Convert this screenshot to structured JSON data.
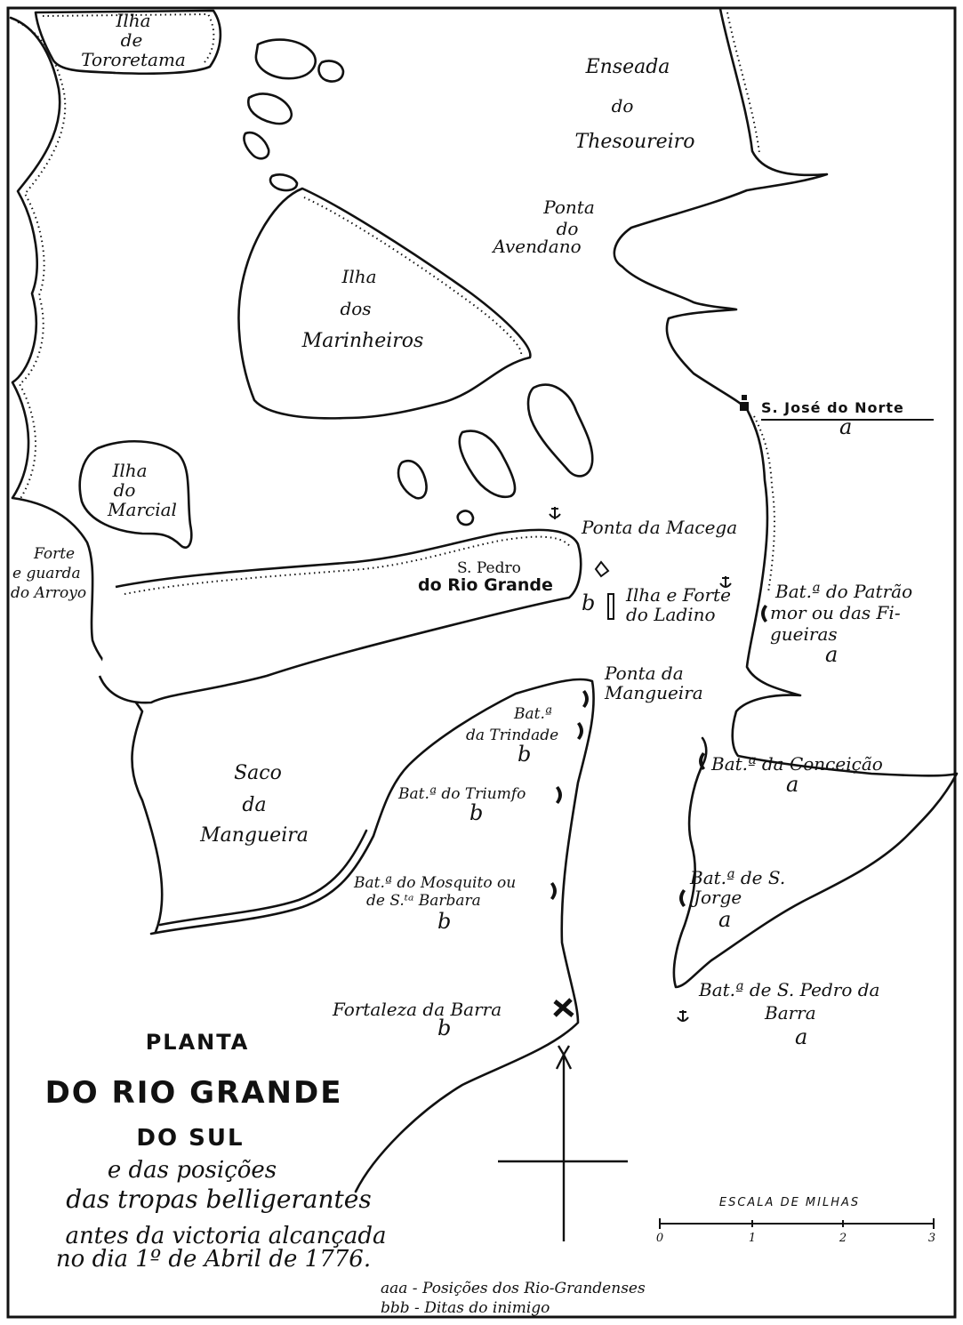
{
  "title": {
    "line1": "PLANTA",
    "line2": "DO RIO GRANDE",
    "line3": "DO SUL",
    "line4": "e das posições",
    "line5": "das tropas belligerantes",
    "line6": "antes da victoria alcançada",
    "line7": "no dia 1º de Abril de 1776."
  },
  "places": {
    "tororetama": [
      "Ilha",
      "de",
      "Tororetama"
    ],
    "enseada": [
      "Enseada",
      "do",
      "Thesoureiro"
    ],
    "avendano": [
      "Ponta",
      "do",
      "Avendano"
    ],
    "marinheiros": [
      "Ilha",
      "dos",
      "Marinheiros"
    ],
    "sjose": "S. José do Norte",
    "marcial": [
      "Ilha",
      "do",
      "Marcial"
    ],
    "macega": "Ponta da Macega",
    "forte_guarda": [
      "Forte",
      "e guarda",
      "do Arroyo"
    ],
    "spedro": [
      "S. Pedro",
      "do Rio Grande"
    ],
    "ladino": [
      "Ilha e Forte",
      "do Ladino"
    ],
    "patrao": [
      "Bat.ª do Patrão",
      "mor ou das Fi-",
      "gueiras"
    ],
    "mangueira_ponta": [
      "Ponta da",
      "Mangueira"
    ],
    "trindade": [
      "Bat.ª",
      "da Trindade"
    ],
    "conceicao": "Bat.ª da Conceição",
    "saco": [
      "Saco",
      "da",
      "Mangueira"
    ],
    "triunfo": "Bat.ª do Triumfo",
    "mosquito": [
      "Bat.ª do Mosquito ou",
      "de S.ᵗᵃ Barbara"
    ],
    "sjorge": [
      "Bat.ª de S.",
      "Jorge"
    ],
    "spedro_barra": [
      "Bat.ª de S. Pedro da",
      "Barra"
    ],
    "fortaleza": "Fortaleza da Barra"
  },
  "markers": {
    "a": "a",
    "b": "b"
  },
  "scale": {
    "title": "ESCALA DE MILHAS",
    "ticks": [
      "0",
      "1",
      "2",
      "3"
    ]
  },
  "legend": {
    "a": "aaa - Posições dos Rio-Grandenses",
    "b": "bbb - Ditas do inimigo"
  }
}
